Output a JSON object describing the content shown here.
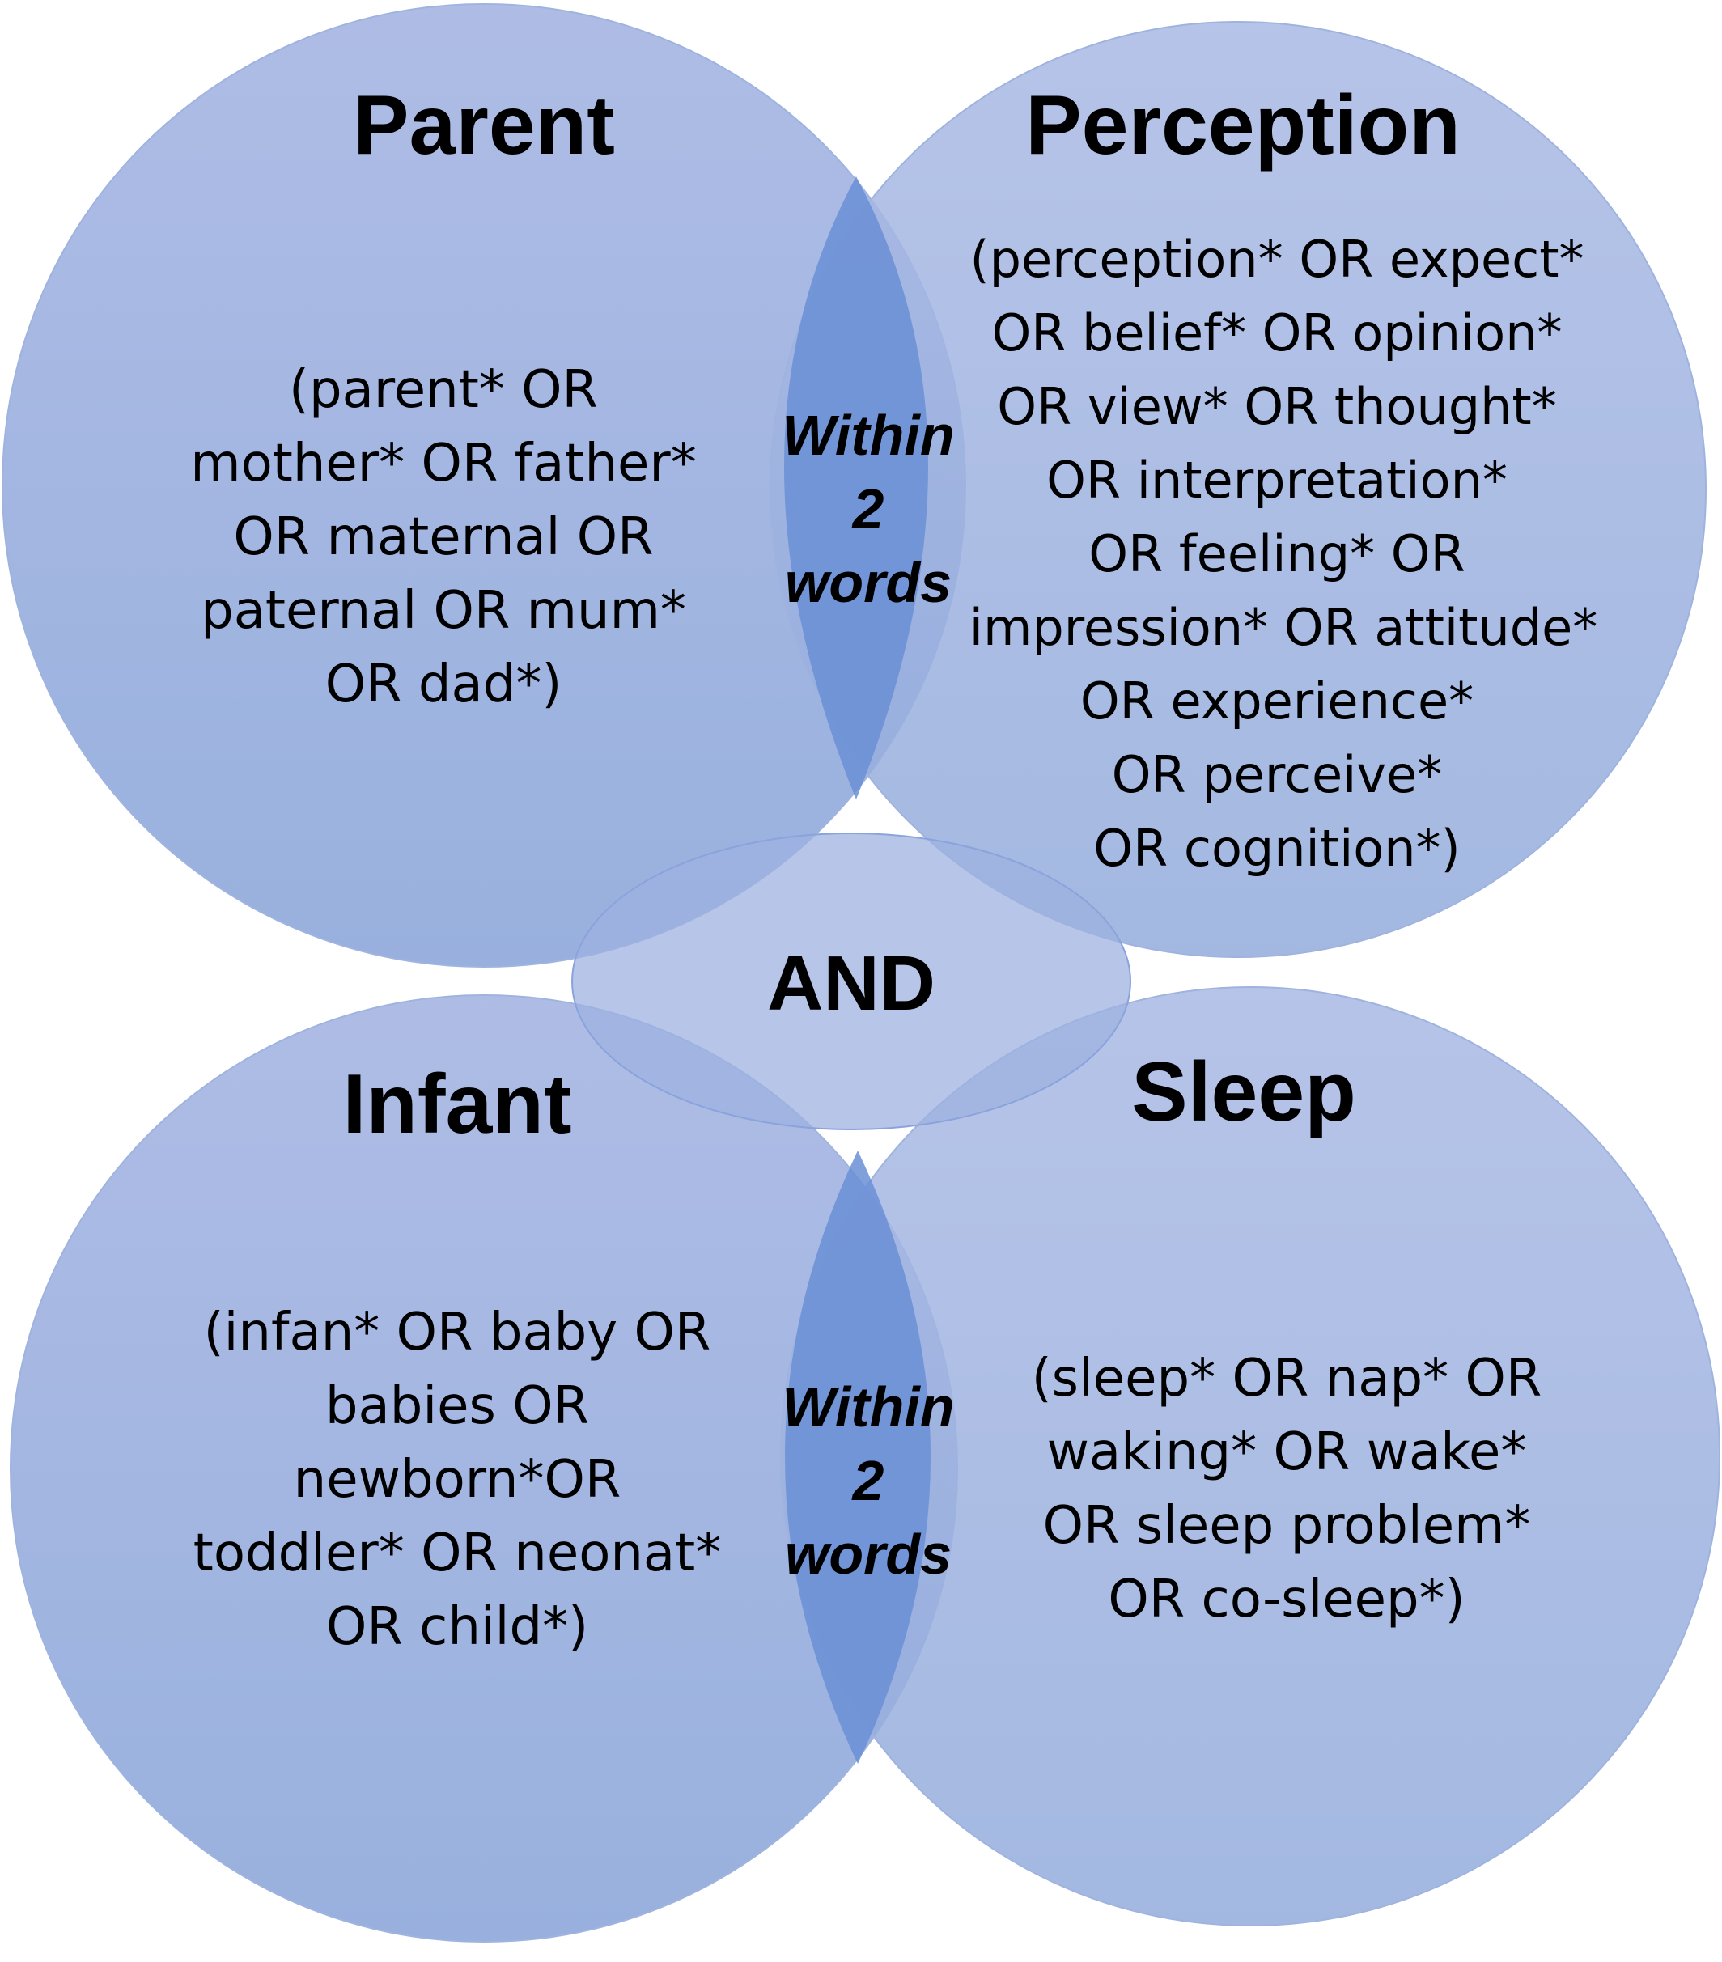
{
  "concepts": {
    "parent": {
      "title": "Parent",
      "terms": [
        "(parent* OR",
        "mother* OR father*",
        "OR maternal OR",
        "paternal OR mum*",
        "OR dad*)"
      ]
    },
    "perception": {
      "title": "Perception",
      "terms": [
        "(perception* OR expect*",
        "OR belief* OR opinion*",
        "OR view* OR thought*",
        "OR interpretation*",
        "OR feeling* OR",
        "impression* OR attitude*",
        "OR experience*",
        "OR perceive*",
        "OR cognition*)"
      ]
    },
    "infant": {
      "title": "Infant",
      "terms": [
        "(infan* OR baby OR",
        "babies OR",
        "newborn*OR",
        "toddler* OR neonat*",
        "OR child*)"
      ]
    },
    "sleep": {
      "title": "Sleep",
      "terms": [
        "(sleep* OR nap* OR",
        "waking* OR wake*",
        "OR sleep problem*",
        "OR co-sleep*)"
      ]
    }
  },
  "proximity_top": [
    "Within",
    "2",
    "words"
  ],
  "proximity_bottom": [
    "Within",
    "2",
    "words"
  ],
  "connector": "AND",
  "colors": {
    "circle_fill": "#7f9fda",
    "overlap_fill": "#6a8fd6",
    "text": "#000000"
  }
}
